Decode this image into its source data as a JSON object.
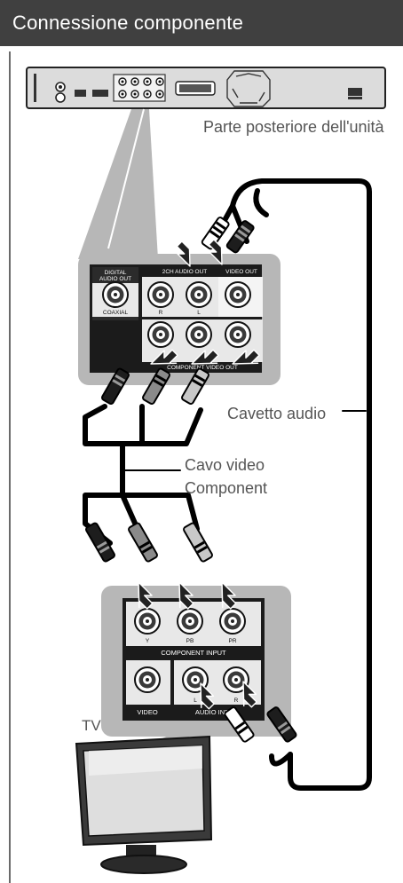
{
  "header": {
    "title": "Connessione componente"
  },
  "labels": {
    "rear_of_unit": "Parte posteriore dell'unità",
    "audio_cable": "Cavetto audio",
    "video_cable_line1": "Cavo video",
    "video_cable_line2": "Component",
    "tv": "TV"
  },
  "player_panel": {
    "digital_audio_out": [
      "DIGITAL",
      "AUDIO OUT"
    ],
    "ch2_audio_out": "2CH AUDIO OUT",
    "video_out": "VIDEO OUT",
    "coaxial": "COAXIAL",
    "r": "R",
    "l": "L",
    "component_video_out": "COMPONENT VIDEO OUT"
  },
  "tv_panel": {
    "component_input": "COMPONENT INPUT",
    "y": "Y",
    "pb": "PB",
    "pr": "PR",
    "video": "VIDEO",
    "audio_input": "AUDIO INPUT",
    "l": "L",
    "r": "R"
  },
  "colors": {
    "header_bg": "#404040",
    "callout_gray": "#b7b7b7",
    "panel_black": "#1a1a1a",
    "cable_black": "#000000",
    "red_jack": "#8a8a8a",
    "white_jack": "#ffffff",
    "arrow_black": "#222222"
  }
}
